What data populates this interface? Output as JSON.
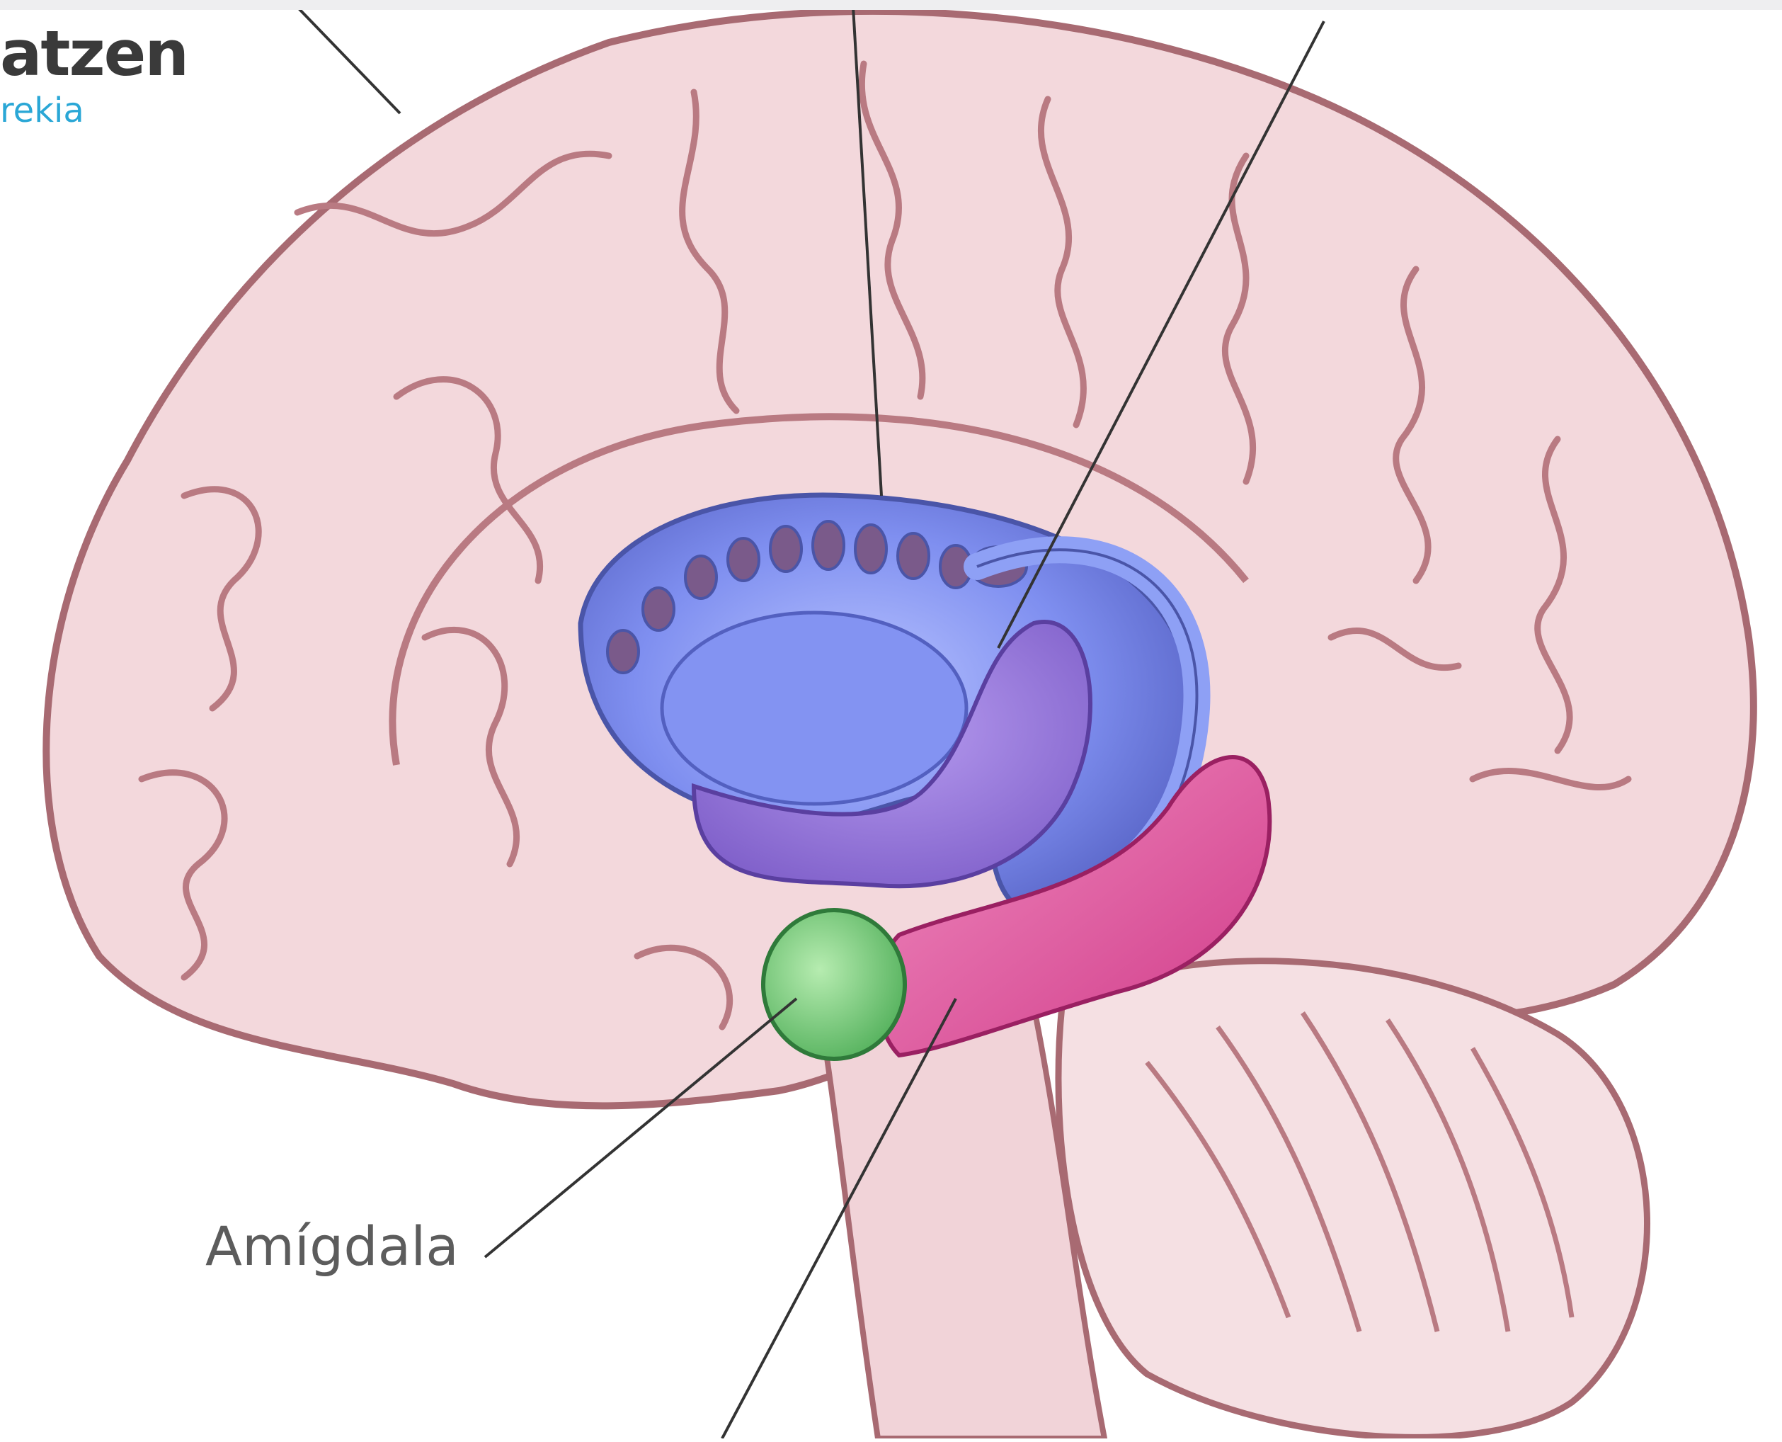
{
  "logo": {
    "word": "atzen",
    "sub": "rekia"
  },
  "labels": {
    "amygdala": "Amígdala"
  },
  "colors": {
    "brain": "#f3d8dc",
    "brain_outline": "#a86a72",
    "ventricle": "#7f8ff0",
    "thalamus": "#9a7ae0",
    "hippocampus": "#e0509a",
    "amygdala": "#7ed07e",
    "leader_line": "#333333",
    "logo_text": "#3a3a3a",
    "logo_accent": "#2aa7d6"
  }
}
